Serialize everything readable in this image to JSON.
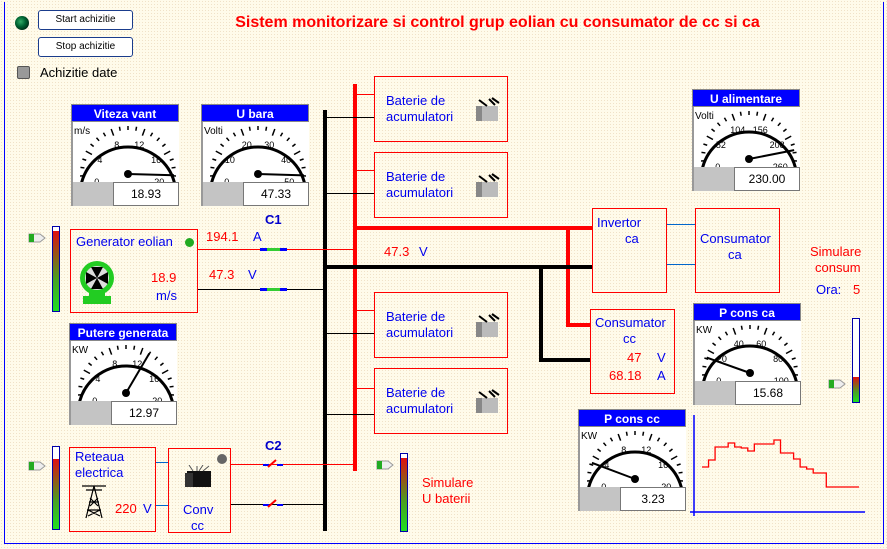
{
  "title": "Sistem monitorizare si control grup eolian cu consumator de cc si ca",
  "controls": {
    "start_label": "Start achizitie",
    "stop_label": "Stop achizitie",
    "acq_label": "Achizitie date"
  },
  "gauges": [
    {
      "id": "viteza",
      "title": "Viteza vant",
      "unit": "m/s",
      "min": 0,
      "max": 20,
      "ticks": [
        "0",
        "4",
        "8",
        "12",
        "16",
        "20"
      ],
      "value": 18.93,
      "readout": "18.93"
    },
    {
      "id": "ubara",
      "title": "U bara",
      "unit": "Volti",
      "min": 0,
      "max": 50,
      "ticks": [
        "0",
        "10",
        "20",
        "30",
        "40",
        "50"
      ],
      "value": 47.33,
      "readout": "47.33"
    },
    {
      "id": "ualim",
      "title": "U alimentare",
      "unit": "Volti",
      "min": 0,
      "max": 260,
      "ticks": [
        "0",
        "52",
        "104",
        "156",
        "208",
        "260"
      ],
      "value": 230,
      "readout": "230.00"
    },
    {
      "id": "putere",
      "title": "Putere generata",
      "unit": "KW",
      "min": 0,
      "max": 20,
      "ticks": [
        "0",
        "4",
        "8",
        "12",
        "16",
        "20"
      ],
      "value": 12.97,
      "readout": "12.97"
    },
    {
      "id": "pca",
      "title": "P cons ca",
      "unit": "KW",
      "min": 0,
      "max": 100,
      "ticks": [
        "0",
        "20",
        "40",
        "60",
        "80",
        "100"
      ],
      "value": 15.68,
      "readout": "15.68"
    },
    {
      "id": "pcc",
      "title": "P cons cc",
      "unit": "KW",
      "min": 0,
      "max": 20,
      "ticks": [
        "0",
        "4",
        "8",
        "12",
        "16",
        "20"
      ],
      "value": 3.23,
      "readout": "3.23"
    }
  ],
  "generator": {
    "label": "Generator eolian",
    "speed": "18.9",
    "speed_unit": "m/s",
    "current": "194.1",
    "current_unit": "A",
    "voltage": "47.3",
    "voltage_unit": "V"
  },
  "switches": {
    "c1": "C1",
    "c2": "C2"
  },
  "bus": {
    "voltage": "47.3",
    "unit": "V"
  },
  "batteries": [
    "Baterie de acumulatori",
    "Baterie de acumulatori",
    "Baterie de acumulatori",
    "Baterie de acumulatori"
  ],
  "grid": {
    "label1": "Reteaua",
    "label2": "electrica",
    "voltage": "220",
    "unit": "V"
  },
  "converter": {
    "label1": "Conv",
    "label2": "cc"
  },
  "inverter": {
    "label1": "Invertor",
    "label2": "ca"
  },
  "consumer_ca": {
    "label1": "Consumator",
    "label2": "ca"
  },
  "consumer_cc": {
    "label1": "Consumator",
    "label2": "cc",
    "voltage": "47",
    "voltage_unit": "V",
    "current": "68.18",
    "current_unit": "A"
  },
  "sim_consum": {
    "label1": "Simulare",
    "label2": "consum",
    "ora_label": "Ora:",
    "ora": "5",
    "level": 0.3
  },
  "sim_bat": {
    "label1": "Simulare",
    "label2": "U baterii",
    "level": 0.95
  },
  "sliders": {
    "wind_level": 0.95,
    "grid_level": 0.85
  },
  "colors": {
    "accent": "#0000ff",
    "alarm": "#ff0000"
  },
  "chart_data": {
    "type": "line",
    "title": "",
    "xlabel": "",
    "ylabel": "",
    "x": [
      0,
      1,
      2,
      3,
      4,
      5,
      6,
      7,
      8,
      9,
      10,
      11,
      12,
      13,
      14,
      15,
      16,
      17,
      18,
      19,
      20,
      21,
      22,
      23
    ],
    "values": [
      45,
      52,
      65,
      65,
      69,
      65,
      64,
      61,
      68,
      68,
      68,
      72,
      59,
      59,
      53,
      45,
      43,
      39,
      39,
      25,
      25,
      25,
      25,
      25
    ],
    "ylim": [
      0,
      100
    ],
    "xlim": [
      0,
      24
    ],
    "grid": false
  }
}
